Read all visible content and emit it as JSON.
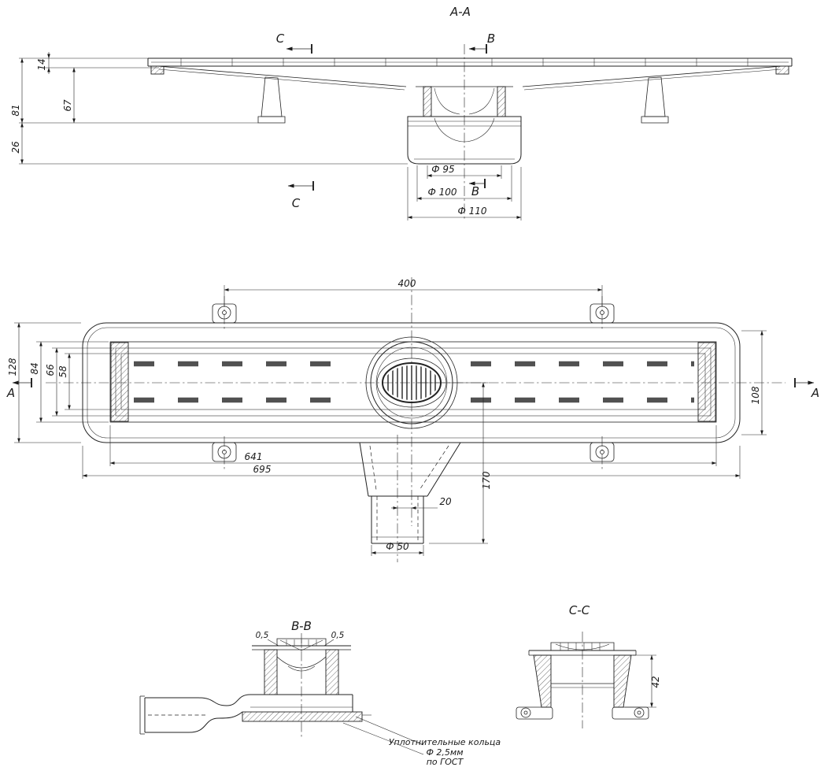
{
  "colors": {
    "ink": "#1a1a1a",
    "background": "#ffffff"
  },
  "drawing": {
    "section_aa": {
      "title": "A-A",
      "markers": {
        "c_top": "C",
        "c_bottom": "C",
        "b_top": "B",
        "b_bottom": "B"
      },
      "dims": {
        "grate_height": "14",
        "body_height": "67",
        "total_height": "81",
        "outlet_drop": "26",
        "dia_95": "Ф 95",
        "dia_100": "Ф 100",
        "dia_110": "Ф 110"
      }
    },
    "plan": {
      "markers": {
        "a_left": "A",
        "a_right": "A"
      },
      "dims": {
        "bracket_span": "400",
        "body_width": "128",
        "frame_width": "84",
        "grate_outer": "66",
        "grate_inner": "58",
        "right_width": "108",
        "frame_length": "641",
        "total_length": "695",
        "outlet_offset": "20",
        "outlet_length": "170",
        "dia_50": "Ф 50"
      }
    },
    "section_bb": {
      "title": "B-B",
      "dims": {
        "gap_left": "0,5",
        "gap_right": "0,5"
      },
      "note_line1": "Уплотнительные кольца",
      "note_line2": "Ф 2,5мм",
      "note_line3": "по ГОСТ"
    },
    "section_cc": {
      "title": "C-C",
      "dims": {
        "wall_height": "42"
      }
    }
  }
}
